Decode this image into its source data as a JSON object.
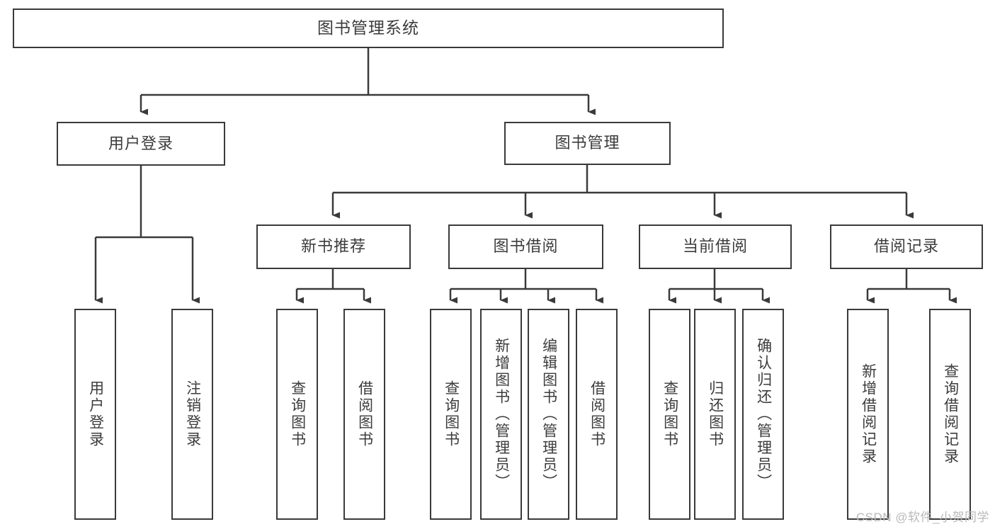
{
  "diagram": {
    "title": "图书管理系统",
    "watermark": "CSDN @软件_小贺同学",
    "colors": {
      "stroke": "#3a3a3a",
      "text": "#3c3c3c",
      "background": "#ffffff",
      "watermark": "#b9b9b9"
    },
    "nodes": {
      "root": {
        "label": "图书管理系统"
      },
      "level2": [
        {
          "id": "user-login",
          "label": "用户登录"
        },
        {
          "id": "book-management",
          "label": "图书管理"
        }
      ],
      "level3": [
        {
          "id": "new-book-recommend",
          "label": "新书推荐"
        },
        {
          "id": "book-borrow",
          "label": "图书借阅"
        },
        {
          "id": "current-borrow",
          "label": "当前借阅"
        },
        {
          "id": "borrow-record",
          "label": "借阅记录"
        }
      ],
      "leaves": {
        "user_login": [
          {
            "id": "leaf-user-login",
            "label": "用户登录"
          },
          {
            "id": "leaf-logout-login",
            "label": "注销登录"
          }
        ],
        "new_book_recommend": [
          {
            "id": "leaf-query-book-1",
            "label": "查询图书"
          },
          {
            "id": "leaf-borrow-book-1",
            "label": "借阅图书"
          }
        ],
        "book_borrow": [
          {
            "id": "leaf-query-book-2",
            "label": "查询图书"
          },
          {
            "id": "leaf-add-book",
            "label": "新增图书（管理员）"
          },
          {
            "id": "leaf-edit-book",
            "label": "编辑图书（管理员）"
          },
          {
            "id": "leaf-borrow-book-2",
            "label": "借阅图书"
          }
        ],
        "current_borrow": [
          {
            "id": "leaf-query-book-3",
            "label": "查询图书"
          },
          {
            "id": "leaf-return-book",
            "label": "归还图书"
          },
          {
            "id": "leaf-confirm-return",
            "label": "确认归还（管理员）"
          }
        ],
        "borrow_record": [
          {
            "id": "leaf-add-record",
            "label": "新增借阅记录"
          },
          {
            "id": "leaf-query-record",
            "label": "查询借阅记录"
          }
        ]
      }
    }
  }
}
